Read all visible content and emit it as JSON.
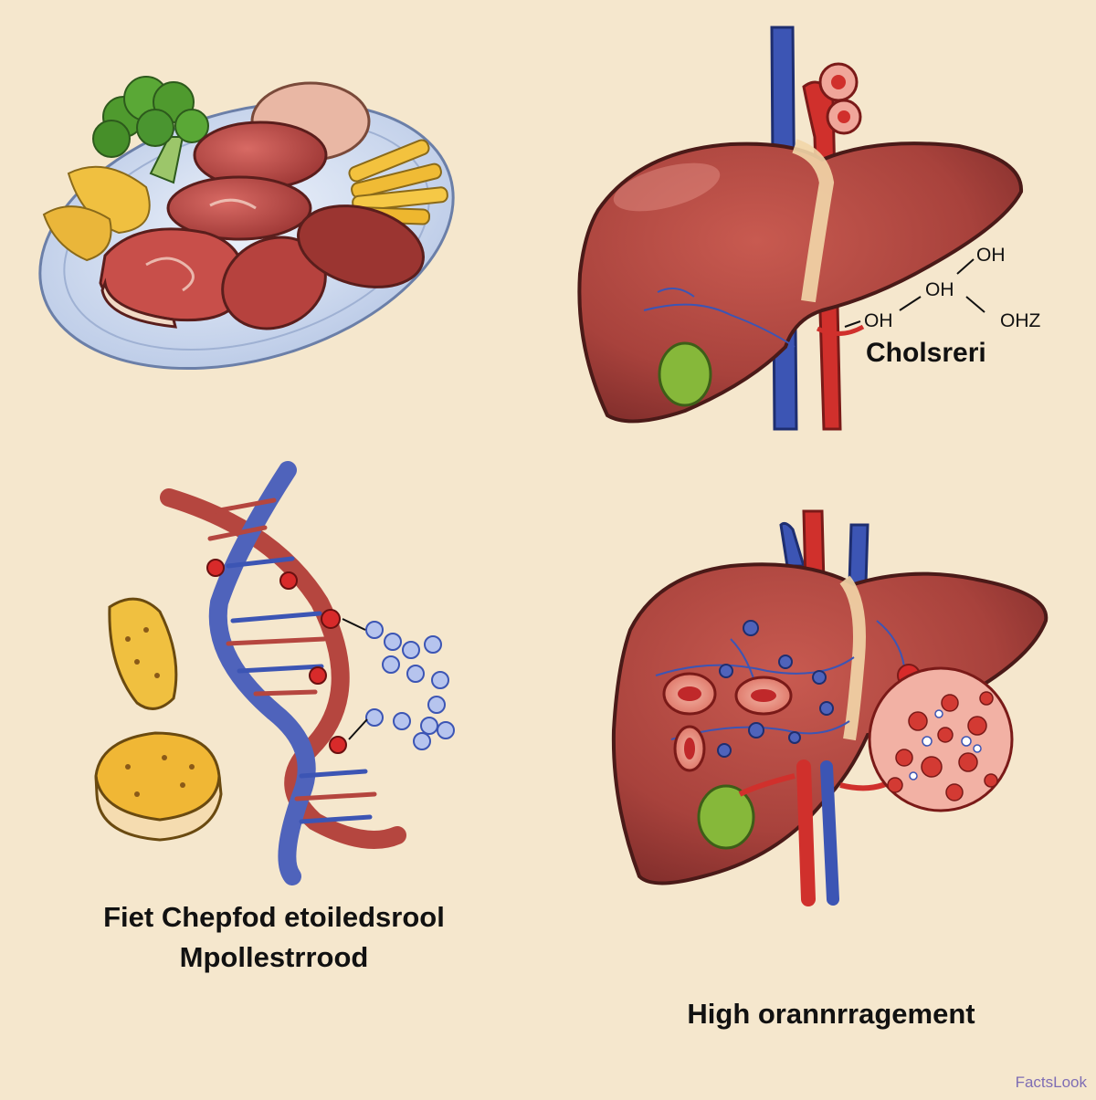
{
  "panels": {
    "food": {
      "name": "food-plate"
    },
    "liver_top": {
      "chemical": {
        "groups": [
          "OH",
          "OH",
          "OH",
          "OHZ"
        ],
        "label": "Cholsreri"
      }
    },
    "dna": {},
    "liver_bottom": {}
  },
  "captions": {
    "bottom_left_line1": "Fiet Chepfod etoiledsrool",
    "bottom_left_line2": "Mpollestrrood",
    "bottom_right": "High orannrragement"
  },
  "watermark": "FactsLook",
  "colors": {
    "background": "#f5e7cd",
    "liver": "#a8423c",
    "liver_shadow": "#7e2c2a",
    "vein_blue": "#3c55b4",
    "artery_red": "#d0302c",
    "gallbladder": "#86b83a",
    "dna_blue": "#4f63bb",
    "dna_red": "#b5463f",
    "potato": "#f0c040"
  }
}
